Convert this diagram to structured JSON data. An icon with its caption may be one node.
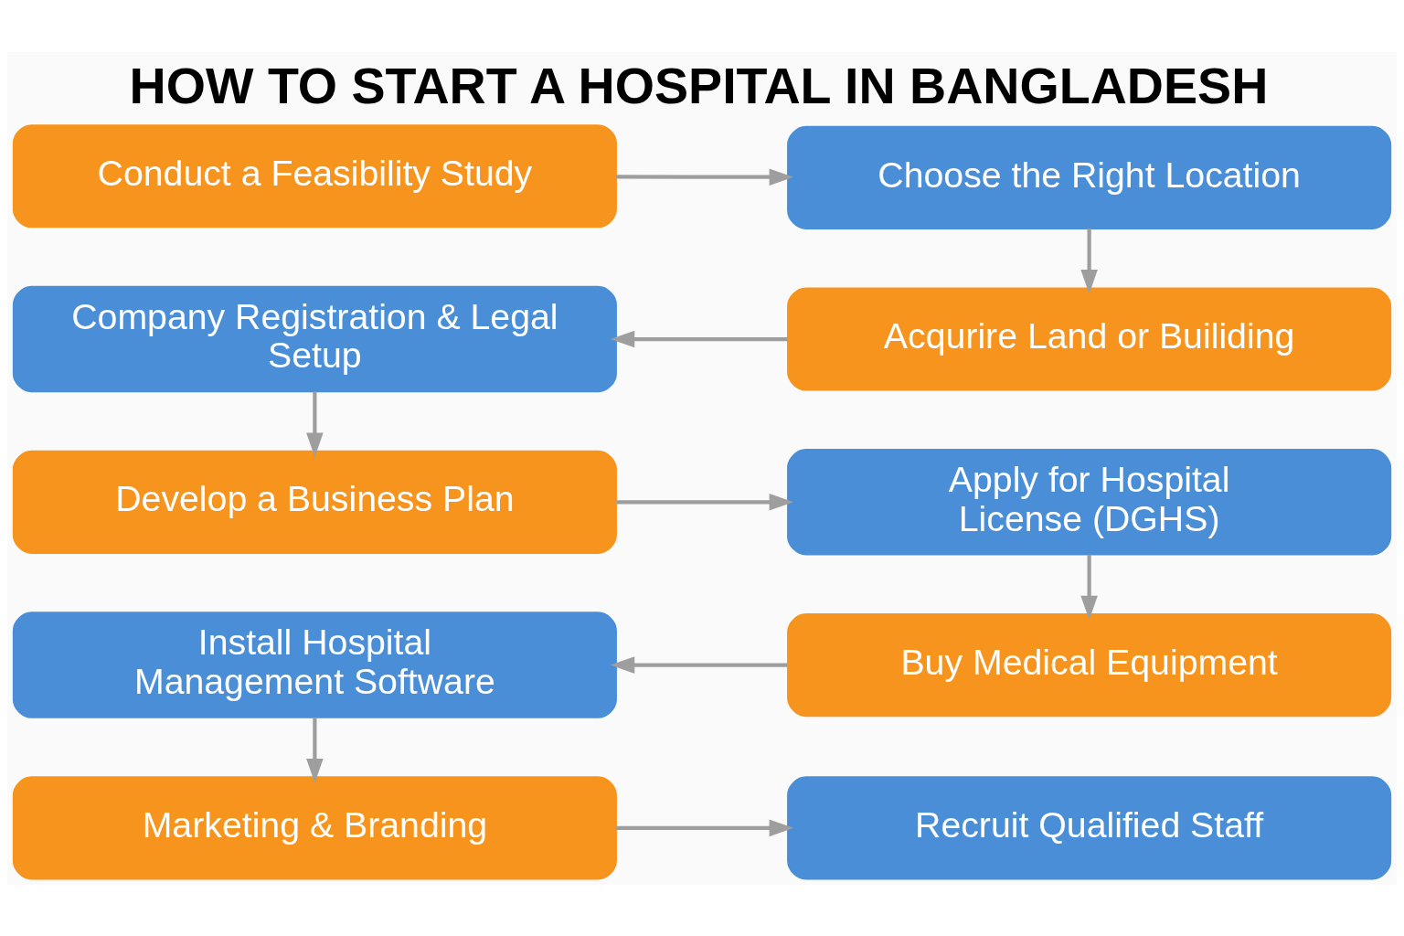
{
  "diagram": {
    "title": "HOW TO START A HOSPITAL IN BANGLADESH",
    "nodes": [
      {
        "text": [
          "Conduct a Feasibility Study"
        ]
      },
      {
        "text": [
          "Choose the Right Location"
        ]
      },
      {
        "text": [
          "Company Registration & Legal Setup"
        ]
      },
      {
        "text": [
          "Acqurire Land or Builiding"
        ]
      },
      {
        "text": [
          "Develop a Business Plan"
        ]
      },
      {
        "text": [
          "Apply for Hospital License (DGHS)"
        ]
      },
      {
        "text": [
          "Install Hospital Management Software"
        ]
      },
      {
        "text": [
          "Buy Medical Equipment"
        ]
      },
      {
        "text": [
          "Marketing & Branding"
        ]
      },
      {
        "text": [
          "Recruit Qualified Staff"
        ]
      }
    ],
    "edges": [
      {
        "from": 0,
        "to": 1,
        "arrow": "to"
      },
      {
        "from": 1,
        "to": 3,
        "arrow": "to"
      },
      {
        "from": 3,
        "to": 2,
        "arrow": "to"
      },
      {
        "from": 2,
        "to": 4,
        "arrow": "to"
      },
      {
        "from": 4,
        "to": 5,
        "arrow": "to"
      },
      {
        "from": 5,
        "to": 7,
        "arrow": "to"
      },
      {
        "from": 7,
        "to": 6,
        "arrow": "to"
      },
      {
        "from": 6,
        "to": 8,
        "arrow": "to"
      },
      {
        "from": 8,
        "to": 9,
        "arrow": "to"
      }
    ]
  }
}
